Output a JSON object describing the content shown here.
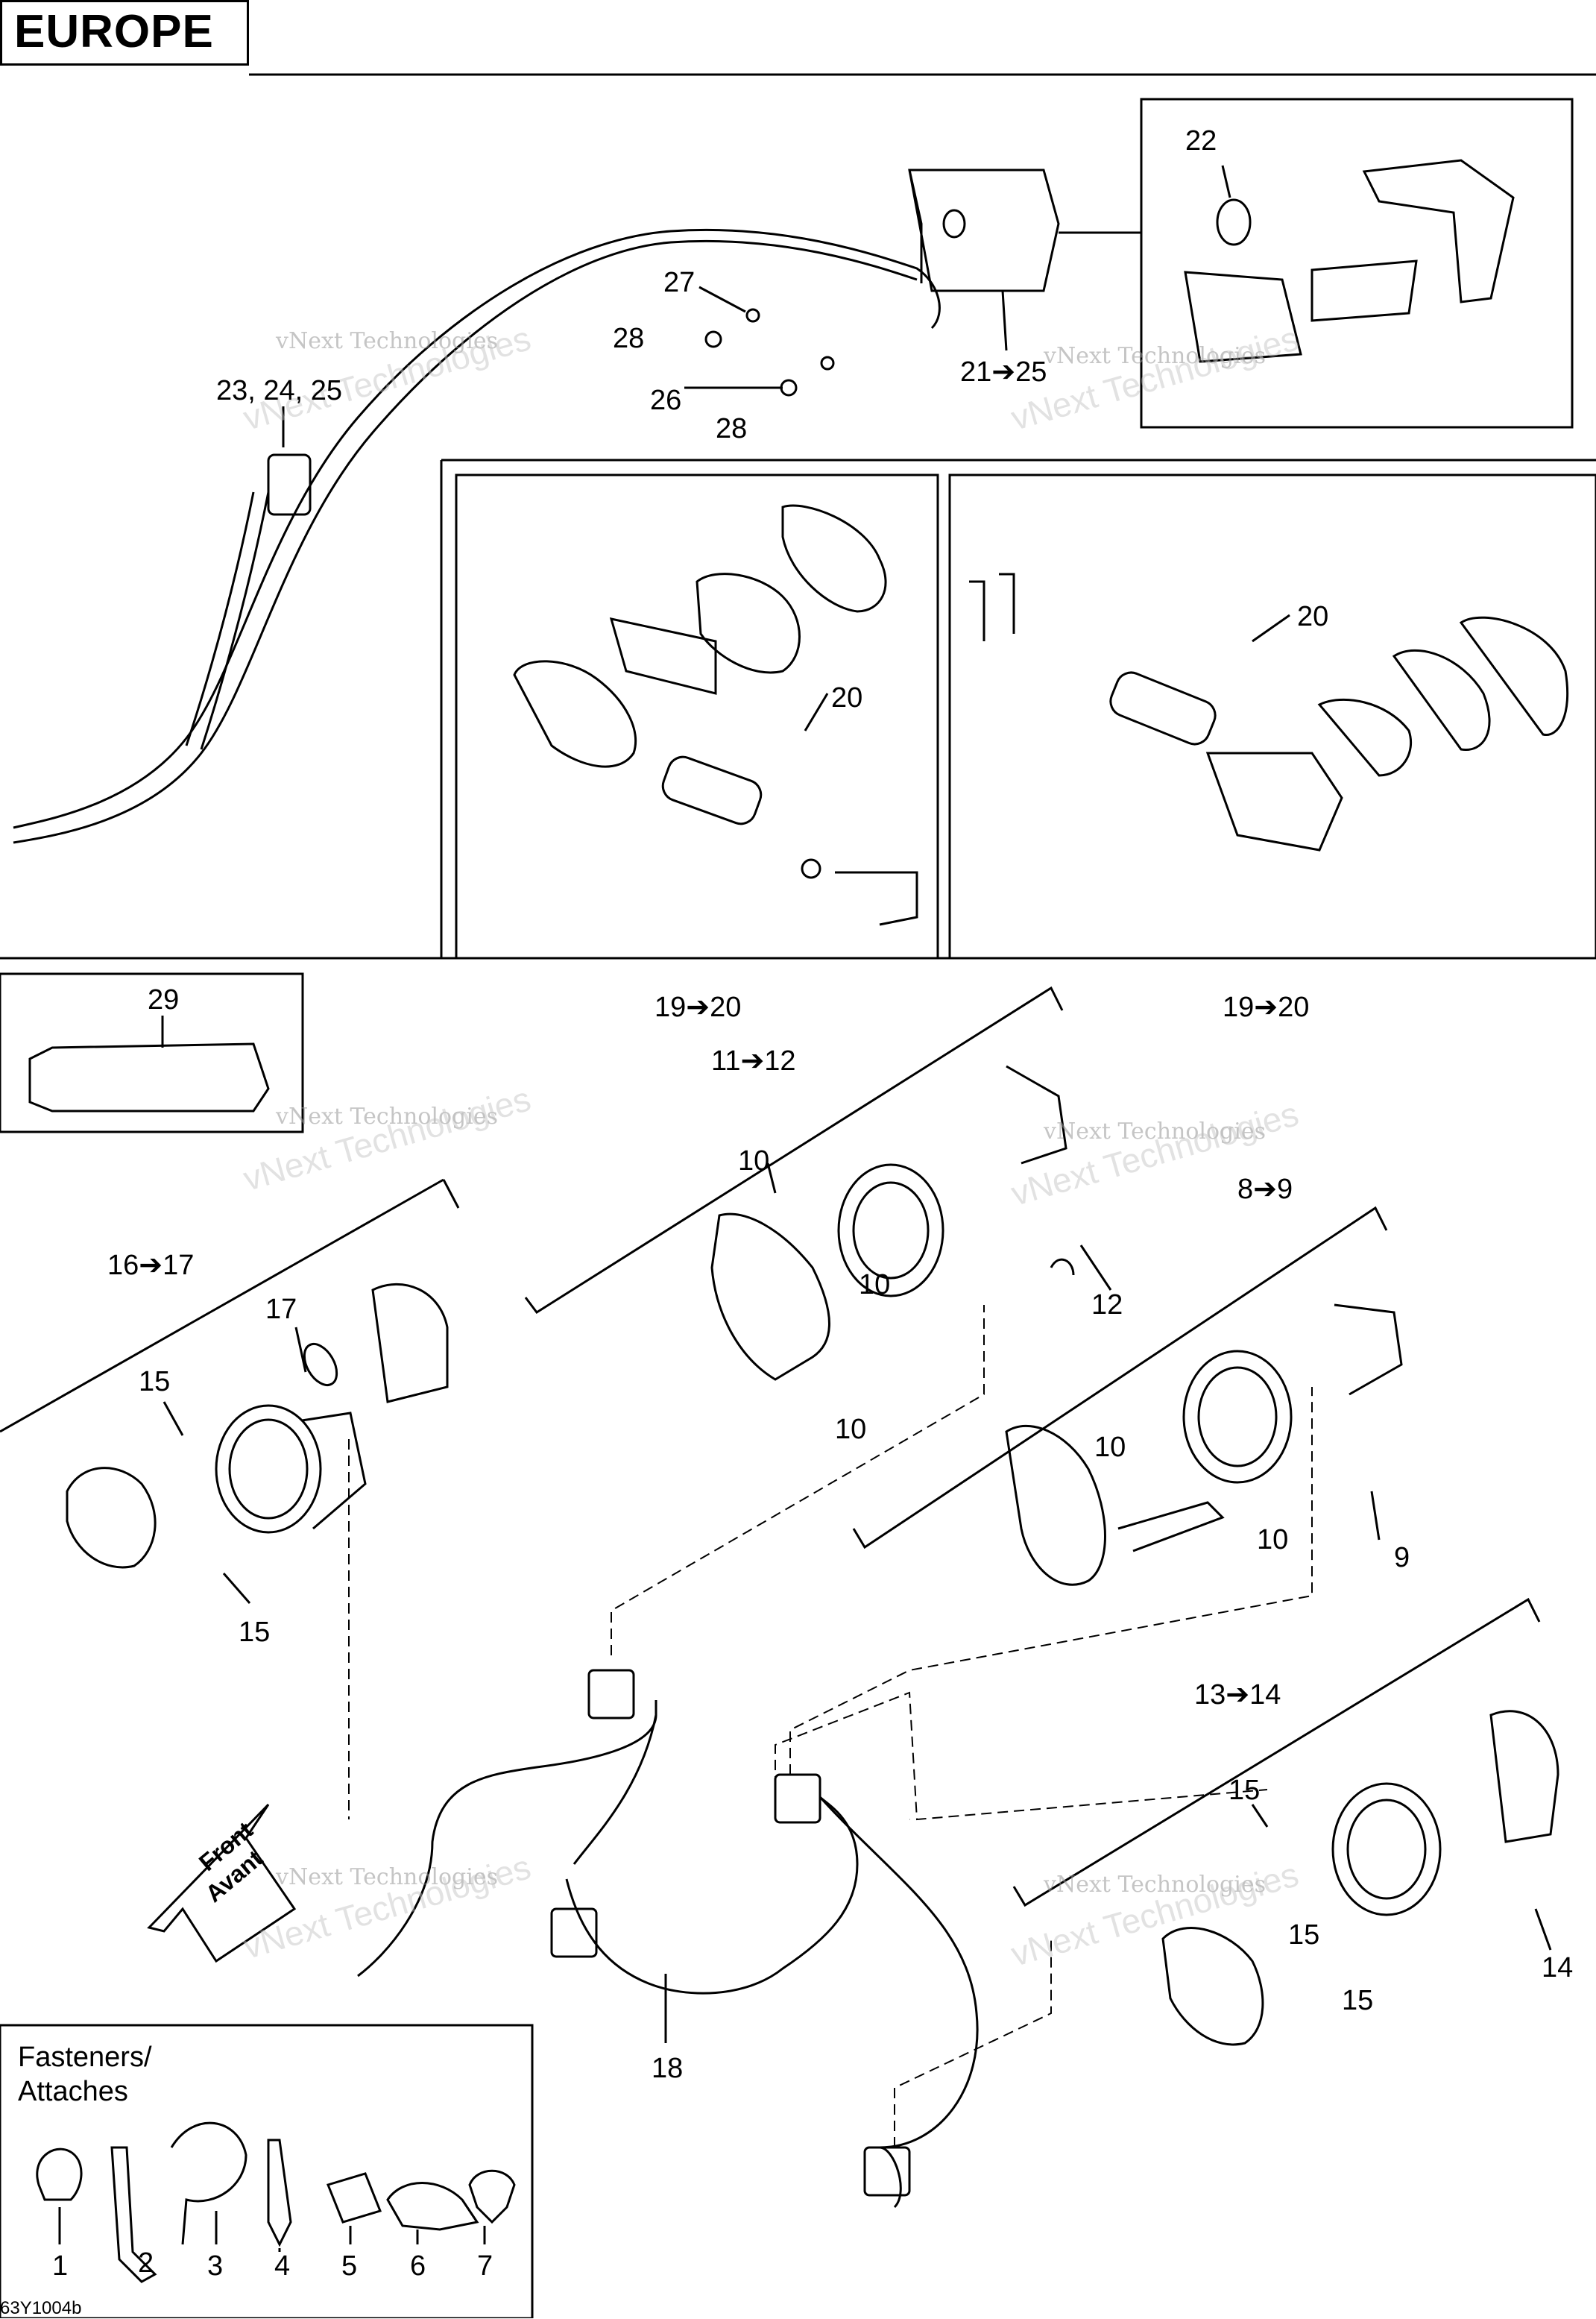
{
  "title": "EUROPE",
  "diagram_code": "63Y1004b",
  "watermark_line1": "vNext Technologies",
  "watermark_line2": "vNext Technologies",
  "arrow_label_line1": "Front",
  "arrow_label_line2": "Avant",
  "fasteners_title_line1": "Fasteners/",
  "fasteners_title_line2": "Attaches",
  "callouts": {
    "c22": "22",
    "c27": "27",
    "c28a": "28",
    "c26": "26",
    "c28b": "28",
    "c21_25": "21➔25",
    "c23_24_25": "23, 24, 25",
    "c20_left": "20",
    "c20_right": "20",
    "c19_20_left": "19➔20",
    "c19_20_right": "19➔20",
    "c29": "29",
    "c11_12": "11➔12",
    "c10_a": "10",
    "c10_b": "10",
    "c10_c": "10",
    "c12": "12",
    "c8_9": "8➔9",
    "c10_d": "10",
    "c10_e": "10",
    "c9": "9",
    "c16_17": "16➔17",
    "c17": "17",
    "c15_a": "15",
    "c15_b": "15",
    "c13_14": "13➔14",
    "c15_c": "15",
    "c15_d": "15",
    "c15_e": "15",
    "c14": "14",
    "c18": "18",
    "f1": "1",
    "f2": "2",
    "f3": "3",
    "f4": "4",
    "f5": "5",
    "f6": "6",
    "f7": "7"
  }
}
